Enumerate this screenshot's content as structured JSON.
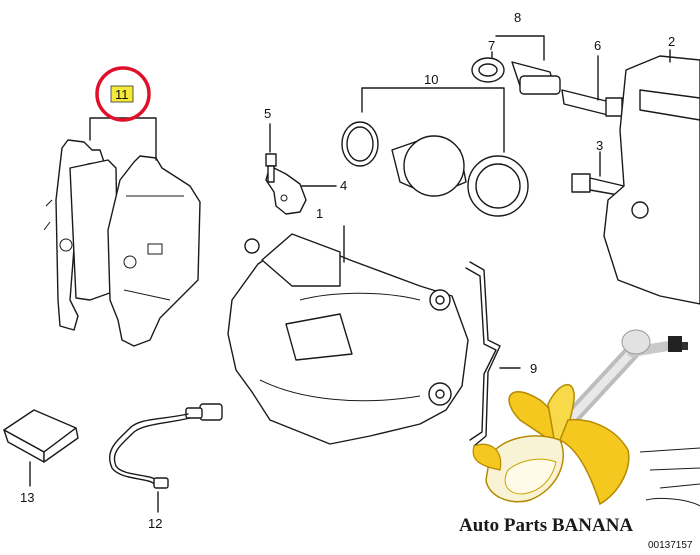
{
  "callouts": {
    "c1": "1",
    "c2": "2",
    "c3": "3",
    "c4": "4",
    "c5": "5",
    "c6": "6",
    "c7": "7",
    "c8": "8",
    "c9": "9",
    "c10": "10",
    "c11": "11",
    "c12": "12",
    "c13": "13"
  },
  "watermark": {
    "brand_text": "Auto Parts BANANA"
  },
  "footer": {
    "doc_code": "00137157"
  },
  "colors": {
    "highlight_circle": "#e0102a",
    "highlight_box": "#f2e93a",
    "banana": "#f4c81e"
  }
}
